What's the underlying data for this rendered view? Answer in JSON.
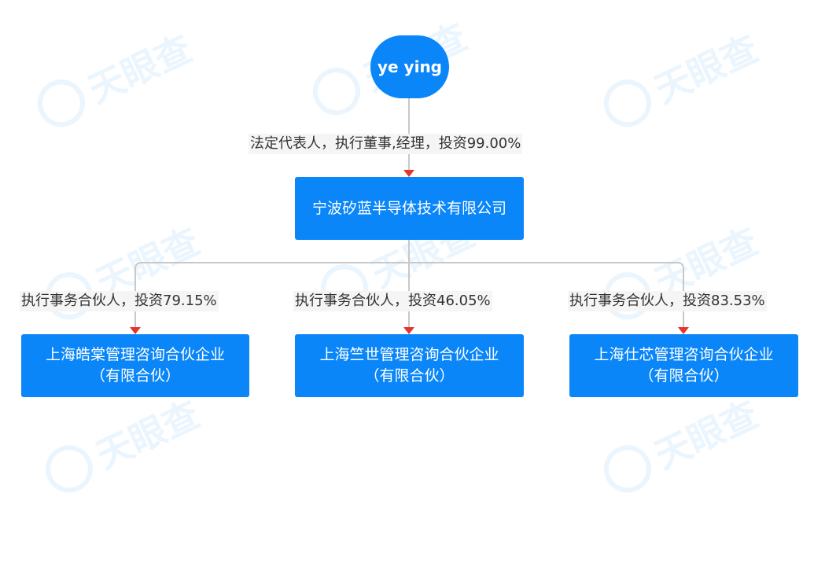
{
  "watermark": {
    "text": "天眼查"
  },
  "root": {
    "name": "ye ying"
  },
  "root_edge": {
    "label": "法定代表人，执行董事,经理，投资99.00%"
  },
  "company": {
    "name": "宁波矽蓝半导体技术有限公司"
  },
  "children": [
    {
      "edge_label": "执行事务合伙人，投资79.15%",
      "line1": "上海皓棠管理咨询合伙企业",
      "line2": "（有限合伙）"
    },
    {
      "edge_label": "执行事务合伙人，投资46.05%",
      "line1": "上海竺世管理咨询合伙企业",
      "line2": "（有限合伙）"
    },
    {
      "edge_label": "执行事务合伙人，投资83.53%",
      "line1": "上海仕芯管理咨询合伙企业",
      "line2": "（有限合伙）"
    }
  ],
  "colors": {
    "node": "#0a86f9",
    "line": "#c8c8c8",
    "arrow": "#e8332b"
  }
}
